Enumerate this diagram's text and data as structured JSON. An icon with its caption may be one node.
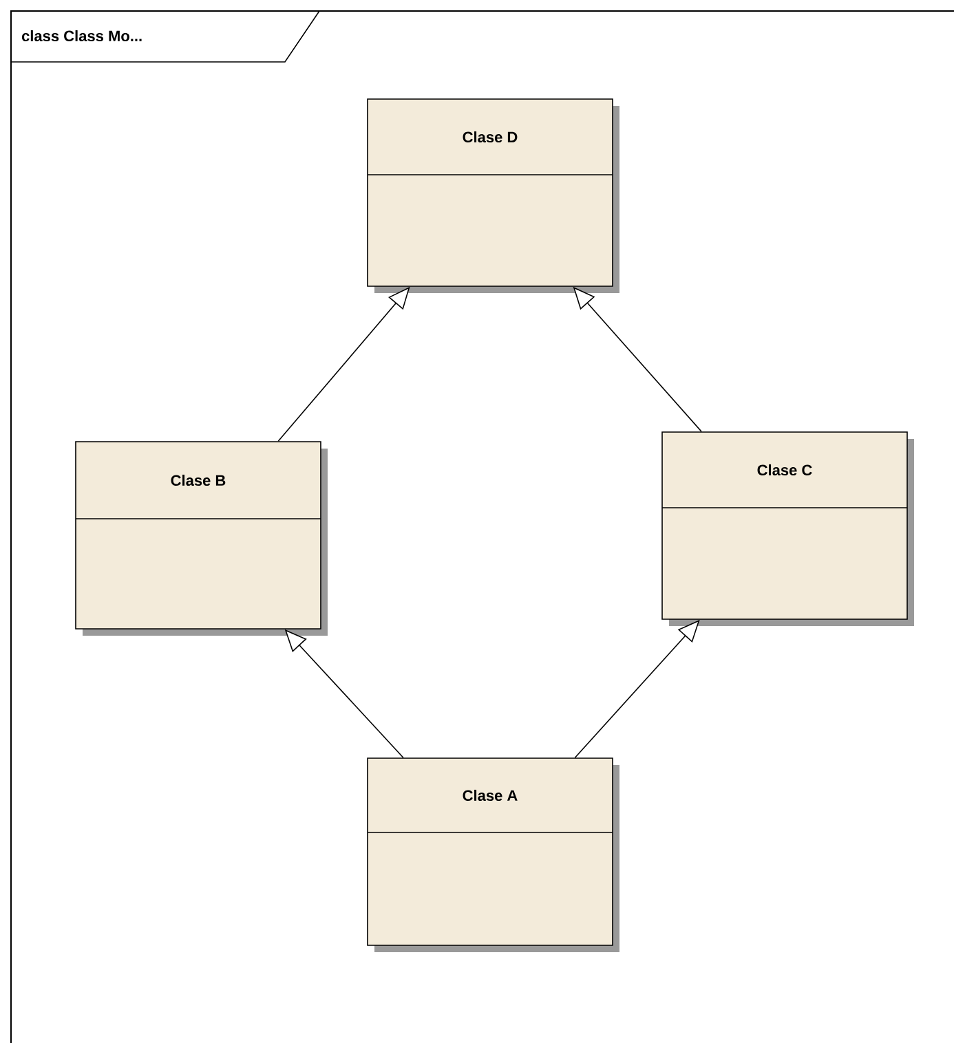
{
  "diagram": {
    "title": "class Class Mo...",
    "nodes": [
      {
        "text": [
          "Clase D"
        ]
      },
      {
        "text": [
          "Clase B"
        ]
      },
      {
        "text": [
          "Clase C"
        ]
      },
      {
        "text": [
          "Clase A"
        ]
      }
    ],
    "edges": [
      {
        "from": 1,
        "to": 0,
        "arrow": "to"
      },
      {
        "from": 2,
        "to": 0,
        "arrow": "to"
      },
      {
        "from": 3,
        "to": 1,
        "arrow": "to"
      },
      {
        "from": 3,
        "to": 2,
        "arrow": "to"
      }
    ]
  }
}
